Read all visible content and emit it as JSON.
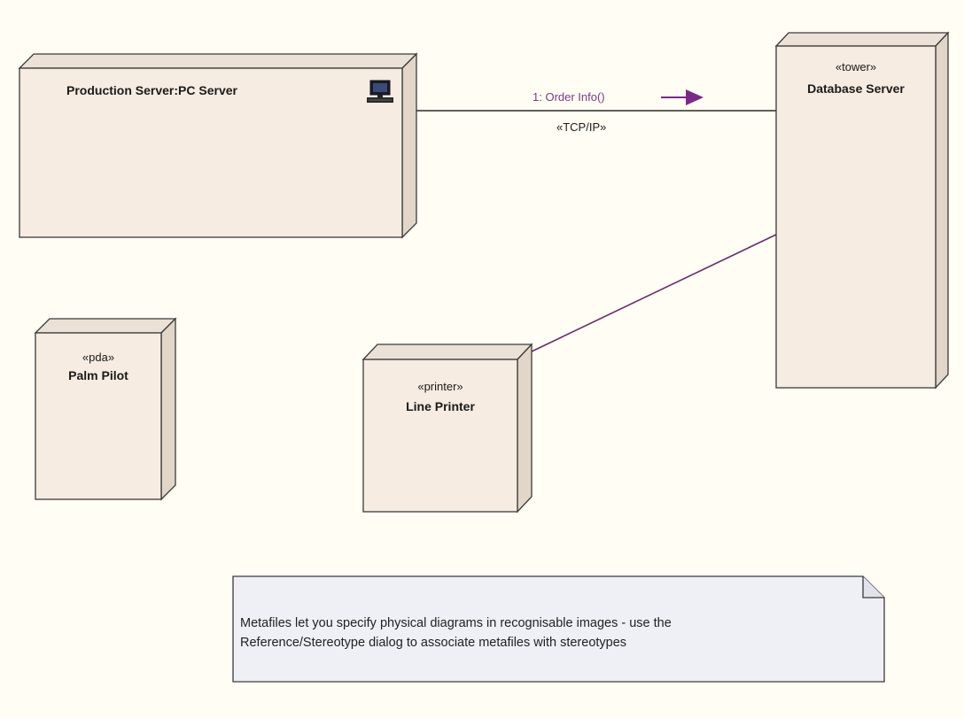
{
  "colors": {
    "canvas": "#fffdf4",
    "node_front": "#f6ece2",
    "node_top": "#ece1d6",
    "node_side": "#e2d6c9",
    "node_border": "#3a3a3a",
    "connector": "#2b2b2b",
    "message": "#7a2a86",
    "note_fill": "#efeff6"
  },
  "nodes": {
    "production_server": {
      "stereotype": "",
      "name": "Production Server:PC Server",
      "icon": "computer-icon"
    },
    "database_server": {
      "stereotype": "«tower»",
      "name": "Database Server"
    },
    "palm_pilot": {
      "stereotype": "«pda»",
      "name": "Palm Pilot"
    },
    "line_printer": {
      "stereotype": "«printer»",
      "name": "Line Printer"
    }
  },
  "connectors": {
    "prod_to_db": {
      "stereotype": "«TCP/IP»",
      "message": "1: Order Info()",
      "message_icon": "arrow-right-icon"
    },
    "printer_to_db": {}
  },
  "note": {
    "text_line1": "Metafiles let you specify physical diagrams in recognisable images - use the",
    "text_line2": "Reference/Stereotype dialog to associate metafiles with stereotypes"
  }
}
